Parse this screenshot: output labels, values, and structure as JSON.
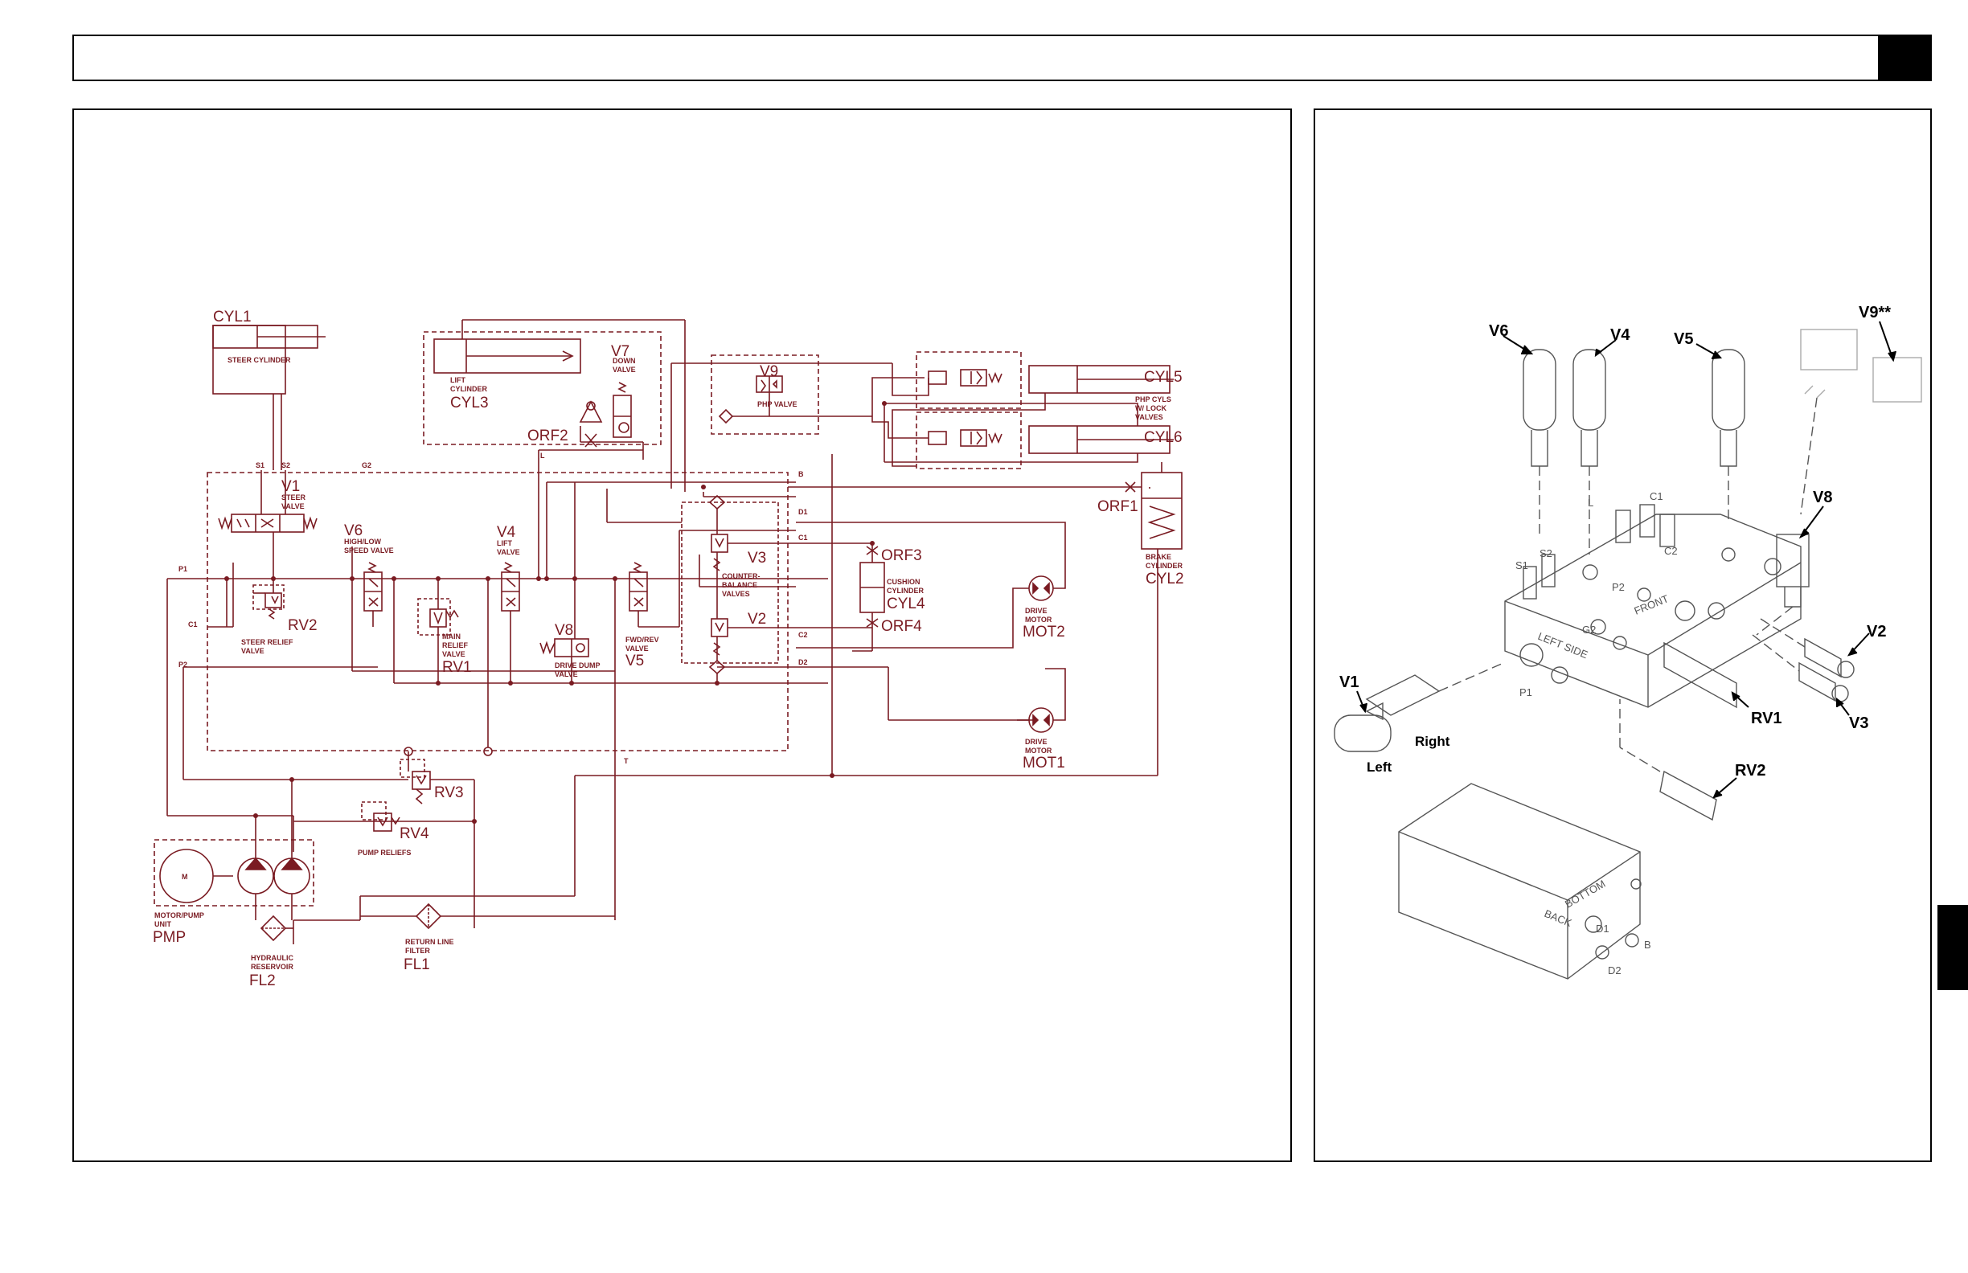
{
  "colors": {
    "schematic": "#7a1b22",
    "frame": "#000000",
    "drawing": "#666666"
  },
  "schematic": {
    "cyl1": "CYL1",
    "steer_cylinder": "STEER CYLINDER",
    "lift_cyl_1": "LIFT",
    "lift_cyl_2": "CYLINDER",
    "cyl3": "CYL3",
    "v7": "V7",
    "down_valve_1": "DOWN",
    "down_valve_2": "VALVE",
    "orf2": "ORF2",
    "v9": "V9",
    "php_valve": "PHP VALVE",
    "cyl5": "CYL5",
    "cyl6": "CYL6",
    "php_cyls_1": "PHP CYLS",
    "php_cyls_2": "W/ LOCK",
    "php_cyls_3": "VALVES",
    "s1": "S1",
    "s2": "S2",
    "g2": "G2",
    "l": "L",
    "b": "B",
    "d1": "D1",
    "c1_port": "C1",
    "c2_port": "C2",
    "d2": "D2",
    "t": "T",
    "p1": "P1",
    "p2": "P2",
    "c1_left": "C1",
    "v1": "V1",
    "steer_valve_1": "STEER",
    "steer_valve_2": "VALVE",
    "v6": "V6",
    "hilo_1": "HIGH/LOW",
    "hilo_2": "SPEED VALVE",
    "v4": "V4",
    "lift_valve_1": "LIFT",
    "lift_valve_2": "VALVE",
    "v3": "V3",
    "v2": "V2",
    "cb_1": "COUNTER-",
    "cb_2": "BALANCE",
    "cb_3": "VALVES",
    "orf3": "ORF3",
    "orf4": "ORF4",
    "cushion_1": "CUSHION",
    "cushion_2": "CYLINDER",
    "cyl4": "CYL4",
    "orf1": "ORF1",
    "brake_1": "BRAKE",
    "brake_2": "CYLINDER",
    "cyl2": "CYL2",
    "rv2": "RV2",
    "steer_relief_1": "STEER RELIEF",
    "steer_relief_2": "VALVE",
    "main_relief_1": "MAIN",
    "main_relief_2": "RELIEF",
    "main_relief_3": "VALVE",
    "rv1": "RV1",
    "v8": "V8",
    "drive_dump_1": "DRIVE DUMP",
    "drive_dump_2": "VALVE",
    "fwdrev_1": "FWD/REV",
    "fwdrev_2": "VALVE",
    "v5": "V5",
    "drive_motor_1": "DRIVE",
    "drive_motor_2": "MOTOR",
    "mot2": "MOT2",
    "mot1": "MOT1",
    "rv3": "RV3",
    "rv4": "RV4",
    "pump_reliefs": "PUMP RELIEFS",
    "motor_m": "M",
    "motor_pump_1": "MOTOR/PUMP",
    "motor_pump_2": "UNIT",
    "pmp": "PMP",
    "reservoir_1": "HYDRAULIC",
    "reservoir_2": "RESERVOIR",
    "fl2": "FL2",
    "return_filter_1": "RETURN LINE",
    "return_filter_2": "FILTER",
    "fl1": "FL1"
  },
  "manifold": {
    "v6": "V6",
    "v4": "V4",
    "v5": "V5",
    "v9": "V9**",
    "v8": "V8",
    "v2": "V2",
    "v3": "V3",
    "v1": "V1",
    "rv1": "RV1",
    "rv2": "RV2",
    "right": "Right",
    "left": "Left",
    "etch_s1": "S1",
    "etch_s2": "S2",
    "etch_l": "L",
    "etch_c1": "C1",
    "etch_c2": "C2",
    "etch_left_side": "LEFT SIDE",
    "etch_front": "FRONT",
    "etch_p1": "P1",
    "etch_p2": "P2",
    "etch_g2": "G2",
    "etch_back": "BACK",
    "etch_bottom": "BOTTOM",
    "etch_d1": "D1",
    "etch_d2": "D2",
    "etch_b": "B"
  }
}
